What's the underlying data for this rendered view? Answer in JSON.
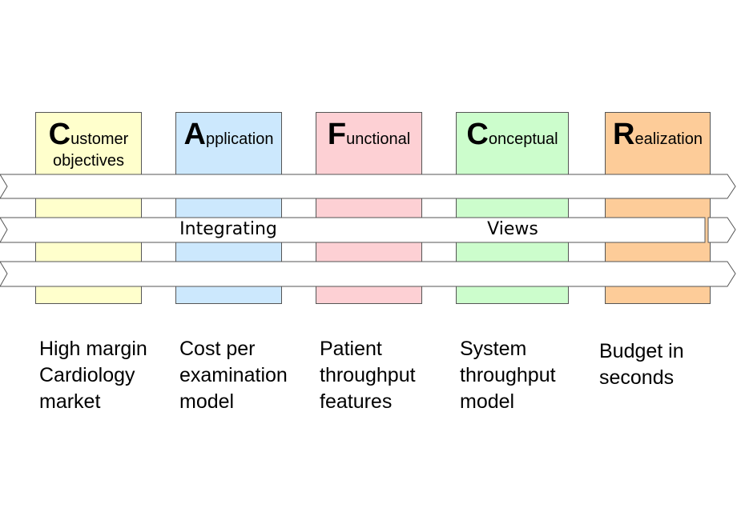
{
  "columns": [
    {
      "initial": "C",
      "rest": "ustomer",
      "line2": "objectives",
      "color": "#ffffcc",
      "description": "High margin\nCardiology\nmarket"
    },
    {
      "initial": "A",
      "rest": "pplication",
      "line2": "",
      "color": "#cce8fd",
      "description": "Cost per\nexamination\nmodel"
    },
    {
      "initial": "F",
      "rest": "unctional",
      "line2": "",
      "color": "#fdd0d4",
      "description": "Patient\nthroughput\nfeatures"
    },
    {
      "initial": "C",
      "rest": "onceptual",
      "line2": "",
      "color": "#ccfdcc",
      "description": "System\nthroughput\nmodel"
    },
    {
      "initial": "R",
      "rest": "ealization",
      "line2": "",
      "color": "#fdcc99",
      "description": "Budget in\nseconds"
    }
  ],
  "arrows": {
    "middle_labels": [
      "Integrating",
      "Views"
    ]
  }
}
